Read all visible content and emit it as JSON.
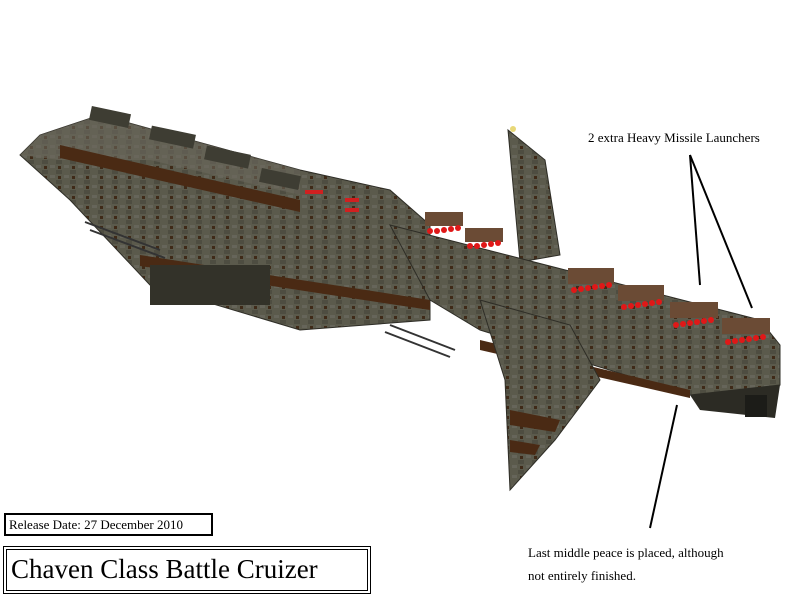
{
  "title": "Chaven Class Battle Cruizer",
  "release_date": "Release Date: 27 December 2010",
  "annotations": {
    "launchers": "2 extra Heavy Missile Launchers",
    "middle_piece_line1": "Last middle peace is placed, although",
    "middle_piece_line2": "not entirely finished."
  },
  "colors": {
    "hull": "#5b5a4c",
    "hull_dark": "#3e3d33",
    "hull_light": "#7a786a",
    "stripe": "#4a2a14",
    "missile": "#e01818"
  }
}
